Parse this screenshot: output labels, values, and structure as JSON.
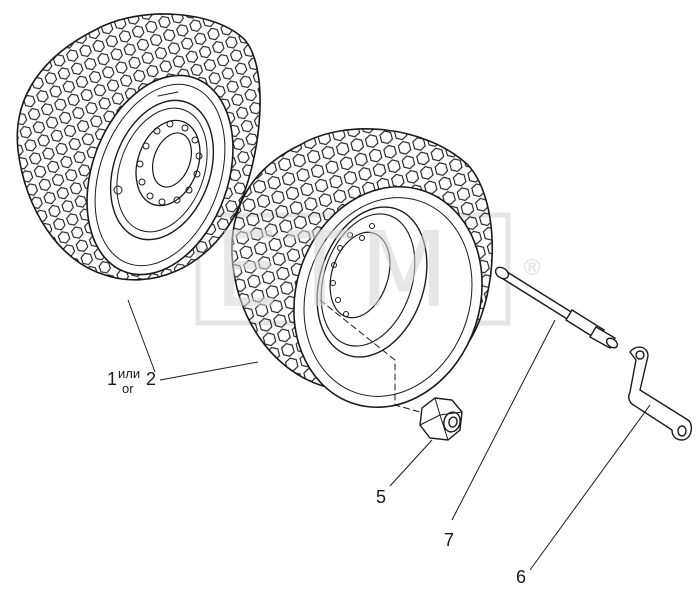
{
  "watermark": {
    "text": "ETM",
    "reg_mark": "®",
    "color": "#cccccc"
  },
  "callouts": {
    "label_1": "1",
    "label_or_ru": "или",
    "label_or_en": "or",
    "label_2": "2",
    "label_5": "5",
    "label_6": "6",
    "label_7": "7"
  },
  "colors": {
    "line": "#1a1a1a",
    "background": "#ffffff"
  }
}
